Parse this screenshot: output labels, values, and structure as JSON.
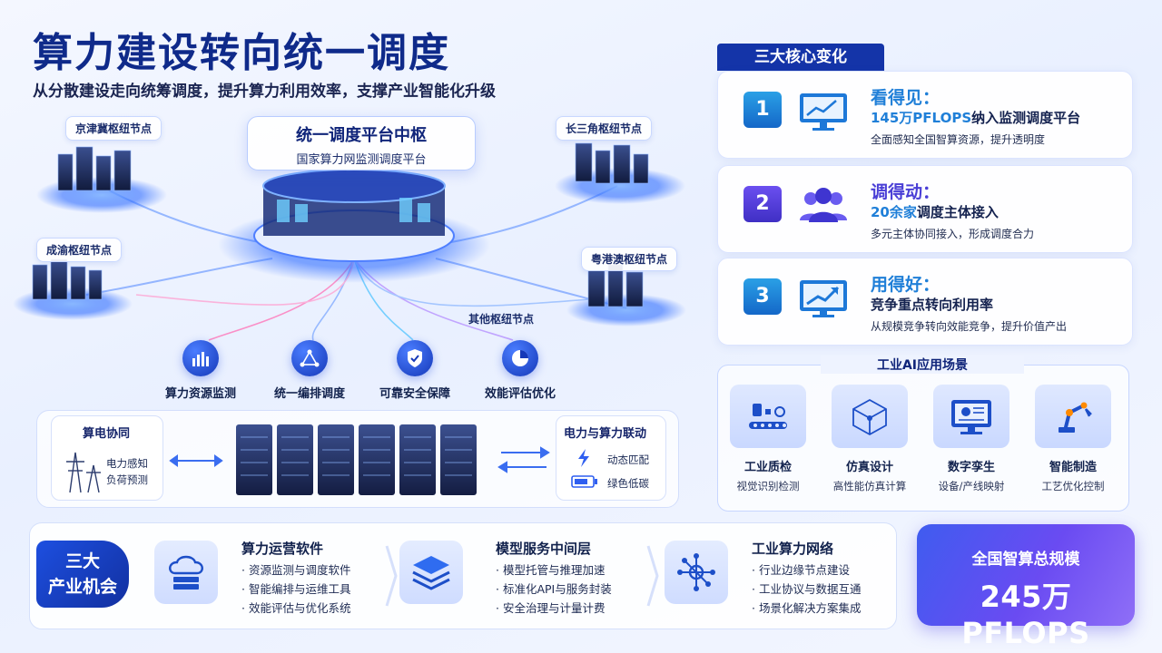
{
  "header": {
    "title": "算力建设转向统一调度",
    "subtitle": "从分散建设走向统筹调度，提升算力利用效率，支撑产业智能化升级"
  },
  "hub": {
    "title": "统一调度平台中枢",
    "subtitle": "国家算力网监测调度平台",
    "nodes": {
      "jjj": "京津冀枢纽节点",
      "csj": "长三角枢纽节点",
      "cy": "成渝枢纽节点",
      "ygа": "粤港澳枢纽节点",
      "other": "其他枢纽节点"
    },
    "features": [
      "算力资源监测",
      "统一编排调度",
      "可靠安全保障",
      "效能评估优化"
    ]
  },
  "energy": {
    "left_title": "算电协同",
    "left_lines": [
      "电力感知",
      "负荷预测"
    ],
    "right_title": "电力与算力联动",
    "right_lines": [
      "动态匹配",
      "绿色低碳"
    ]
  },
  "core_changes": {
    "tag": "三大核心变化",
    "items": [
      {
        "num": "1",
        "head": "看得见：",
        "highlight": "145万PFLOPS",
        "line_rest": "纳入监测调度平台",
        "desc": "全面感知全国智算资源，提升透明度",
        "color": "#1f7fd8"
      },
      {
        "num": "2",
        "head": "调得动：",
        "highlight": "20余家",
        "line_rest": "调度主体接入",
        "desc": "多元主体协同接入，形成调度合力",
        "color": "#4a3fd6"
      },
      {
        "num": "3",
        "head": "用得好：",
        "highlight": "",
        "line_rest": "竞争重点转向利用率",
        "desc": "从规模竞争转向效能竞争，提升价值产出",
        "color": "#1f7fd8"
      }
    ]
  },
  "industry": {
    "title": "工业AI应用场景",
    "items": [
      {
        "name": "工业质检",
        "desc": "视觉识别检测"
      },
      {
        "name": "仿真设计",
        "desc": "高性能仿真计算"
      },
      {
        "name": "数字孪生",
        "desc": "设备/产线映射"
      },
      {
        "name": "智能制造",
        "desc": "工艺优化控制"
      }
    ]
  },
  "opportunities": {
    "badge_line1": "三大",
    "badge_line2": "产业机会",
    "items": [
      {
        "title": "算力运营软件",
        "bullets": [
          "资源监测与调度软件",
          "智能编排与运维工具",
          "效能评估与优化系统"
        ]
      },
      {
        "title": "模型服务中间层",
        "bullets": [
          "模型托管与推理加速",
          "标准化API与服务封装",
          "安全治理与计量计费"
        ]
      },
      {
        "title": "工业算力网络",
        "bullets": [
          "行业边缘节点建设",
          "工业协议与数据互通",
          "场景化解决方案集成"
        ]
      }
    ]
  },
  "total": {
    "label": "全国智算总规模",
    "value": "245万PFLOPS"
  }
}
